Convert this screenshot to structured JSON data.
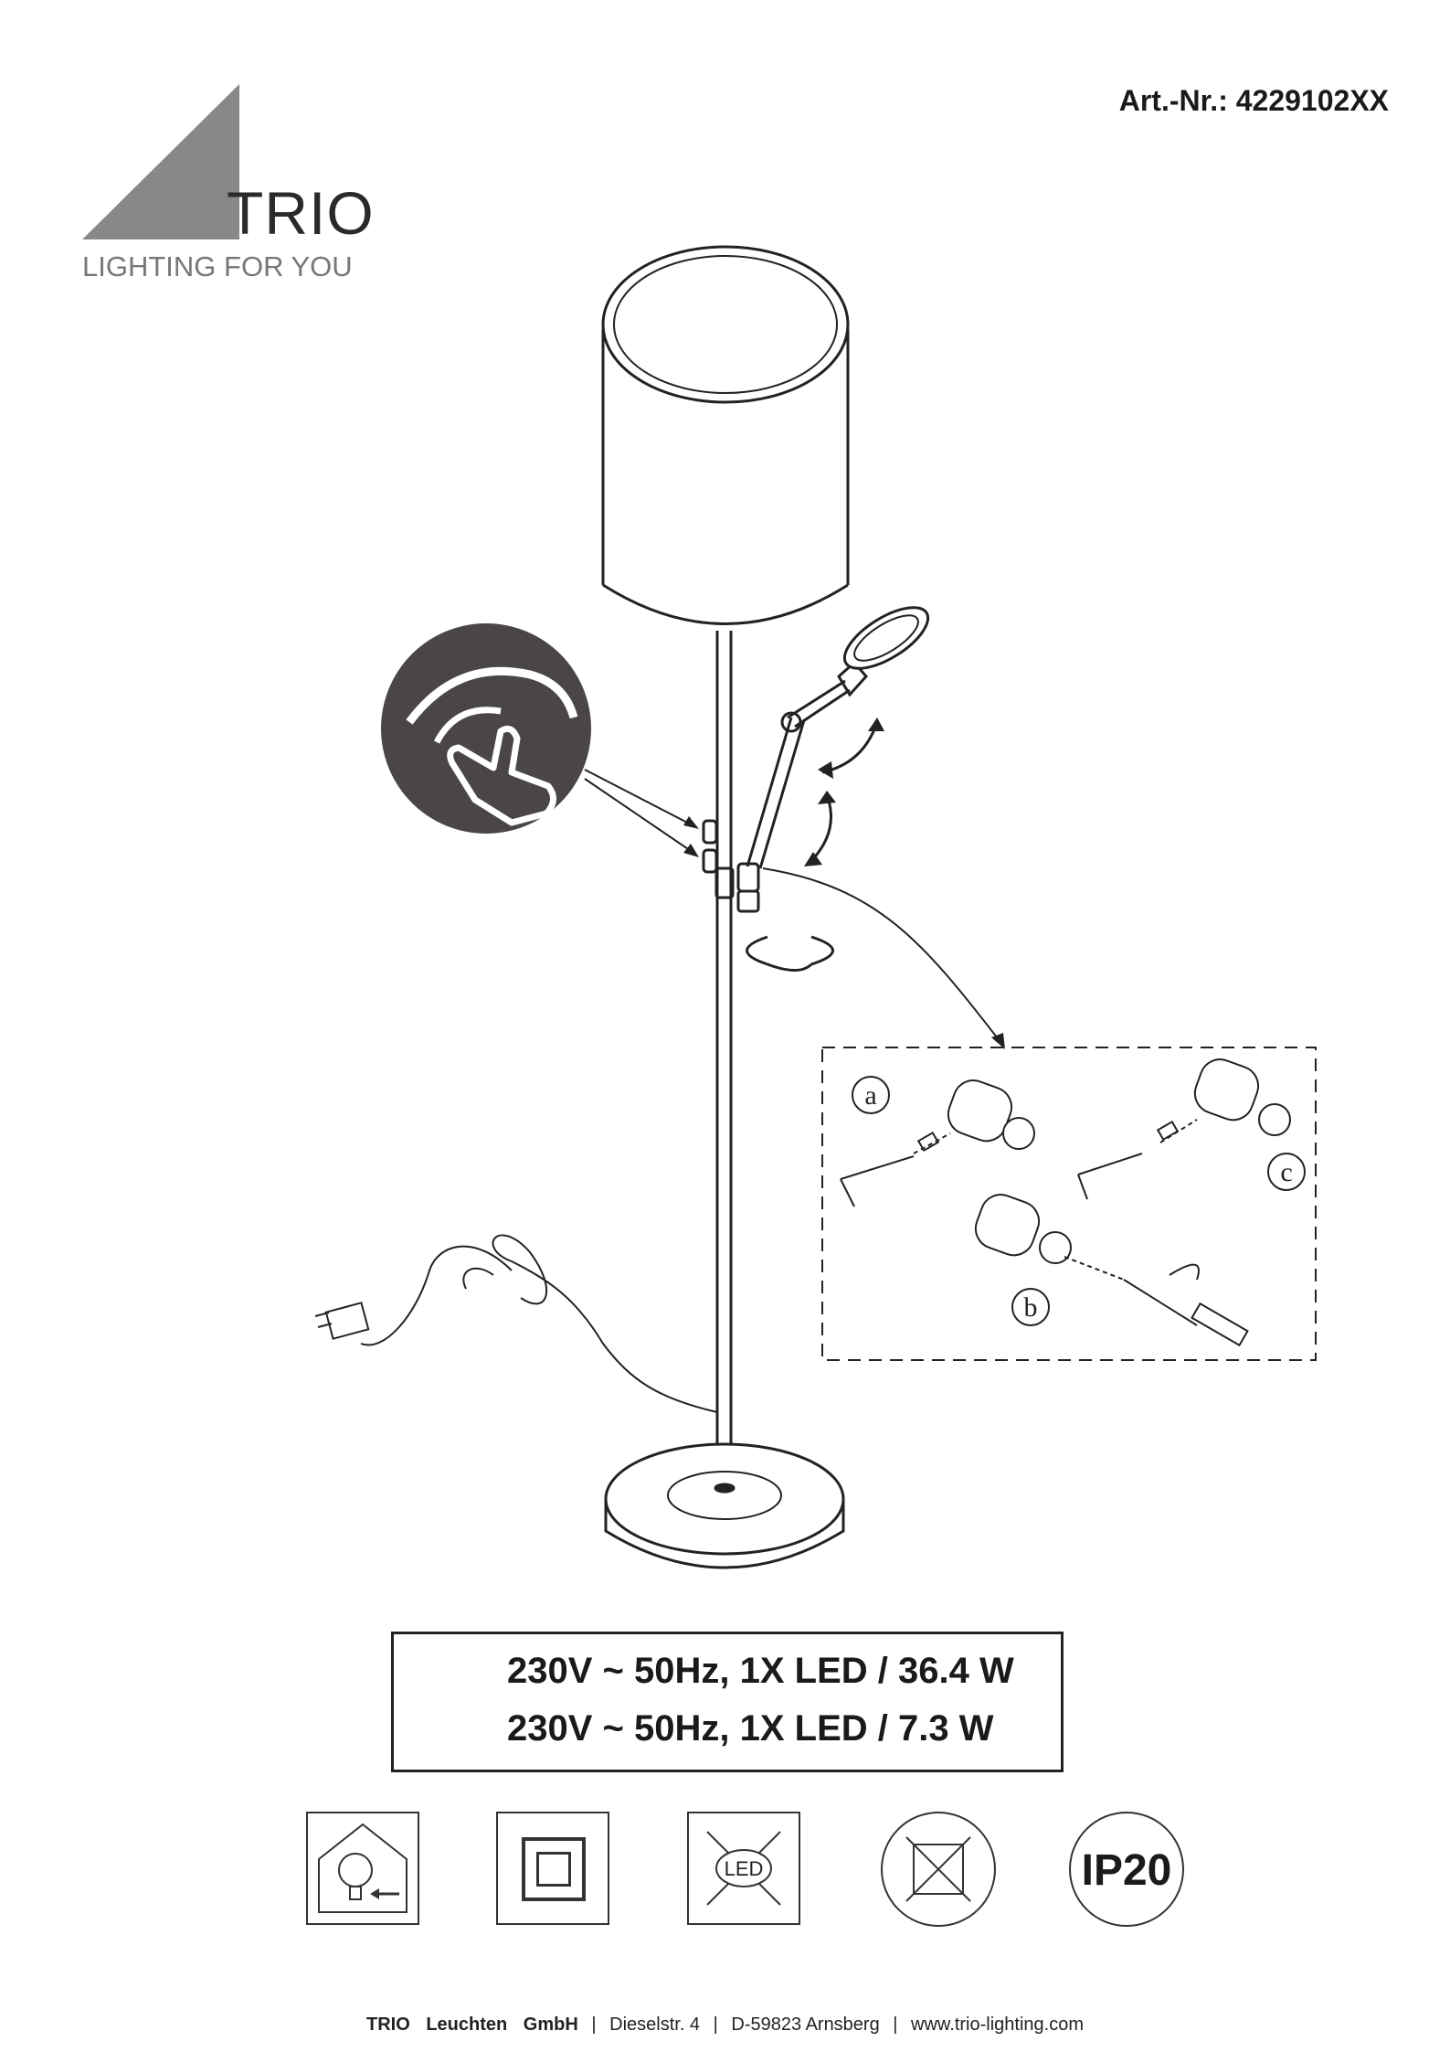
{
  "brand": {
    "name": "TRIO",
    "tagline": "LIGHTING FOR YOU"
  },
  "article_number": "Art.-Nr.: 4229102XX",
  "steps": {
    "a": "a",
    "b": "b",
    "c": "c"
  },
  "specs": [
    "230V ~ 50Hz, 1X LED / 36.4  W",
    "230V ~ 50Hz, 1X  LED  / 7.3 W"
  ],
  "symbols": {
    "protection_rating": "IP20",
    "led_label": "LED",
    "icons": [
      "bulb-replacement-icon",
      "protection-class-ii-icon",
      "led-not-replaceable-icon",
      "no-covering-icon",
      "ip20-rating-icon"
    ]
  },
  "footer": {
    "company": "TRIO Leuchten GmbH",
    "street": "Dieselstr. 4",
    "city": "D-59823 Arnsberg",
    "website": "www.trio-lighting.com"
  },
  "colors": {
    "logo_triangle": "#888888",
    "touch_circle": "#4a4646",
    "line": "#222222"
  }
}
